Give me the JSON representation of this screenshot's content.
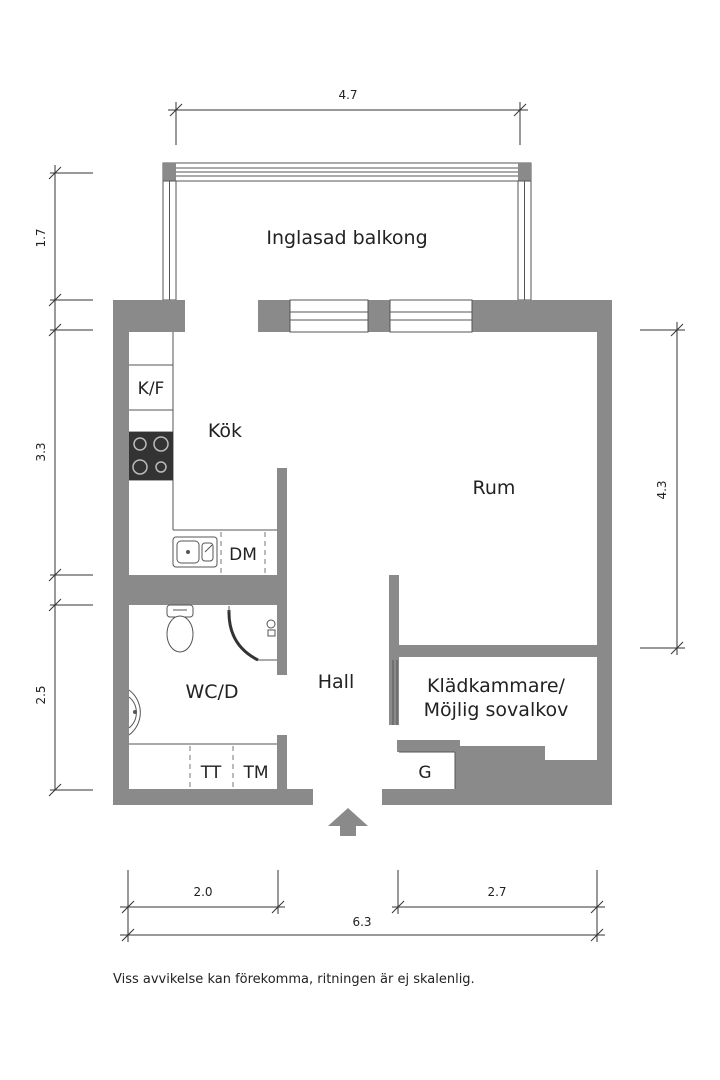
{
  "rooms": {
    "balcony": "Inglasad balkong",
    "kitchen": "Kök",
    "living": "Rum",
    "bathroom": "WC/D",
    "hall": "Hall",
    "closet_line1": "Klädkammare/",
    "closet_line2": "Möjlig sovalkov"
  },
  "fixtures": {
    "fridge_freezer": "K/F",
    "dishwasher": "DM",
    "washer": "TT",
    "dryer": "TM",
    "wardrobe": "G"
  },
  "dimensions": {
    "top_width": "4.7",
    "balcony_depth": "1.7",
    "kitchen_depth": "3.3",
    "bath_depth": "2.5",
    "room_depth": "4.3",
    "bottom_left": "2.0",
    "bottom_right": "2.7",
    "bottom_total": "6.3"
  },
  "disclaimer": "Viss avvikelse kan förekomma, ritningen är ej skalenlig.",
  "colors": {
    "wall": "#8a8a8a",
    "line": "#333333",
    "text": "#222222"
  }
}
